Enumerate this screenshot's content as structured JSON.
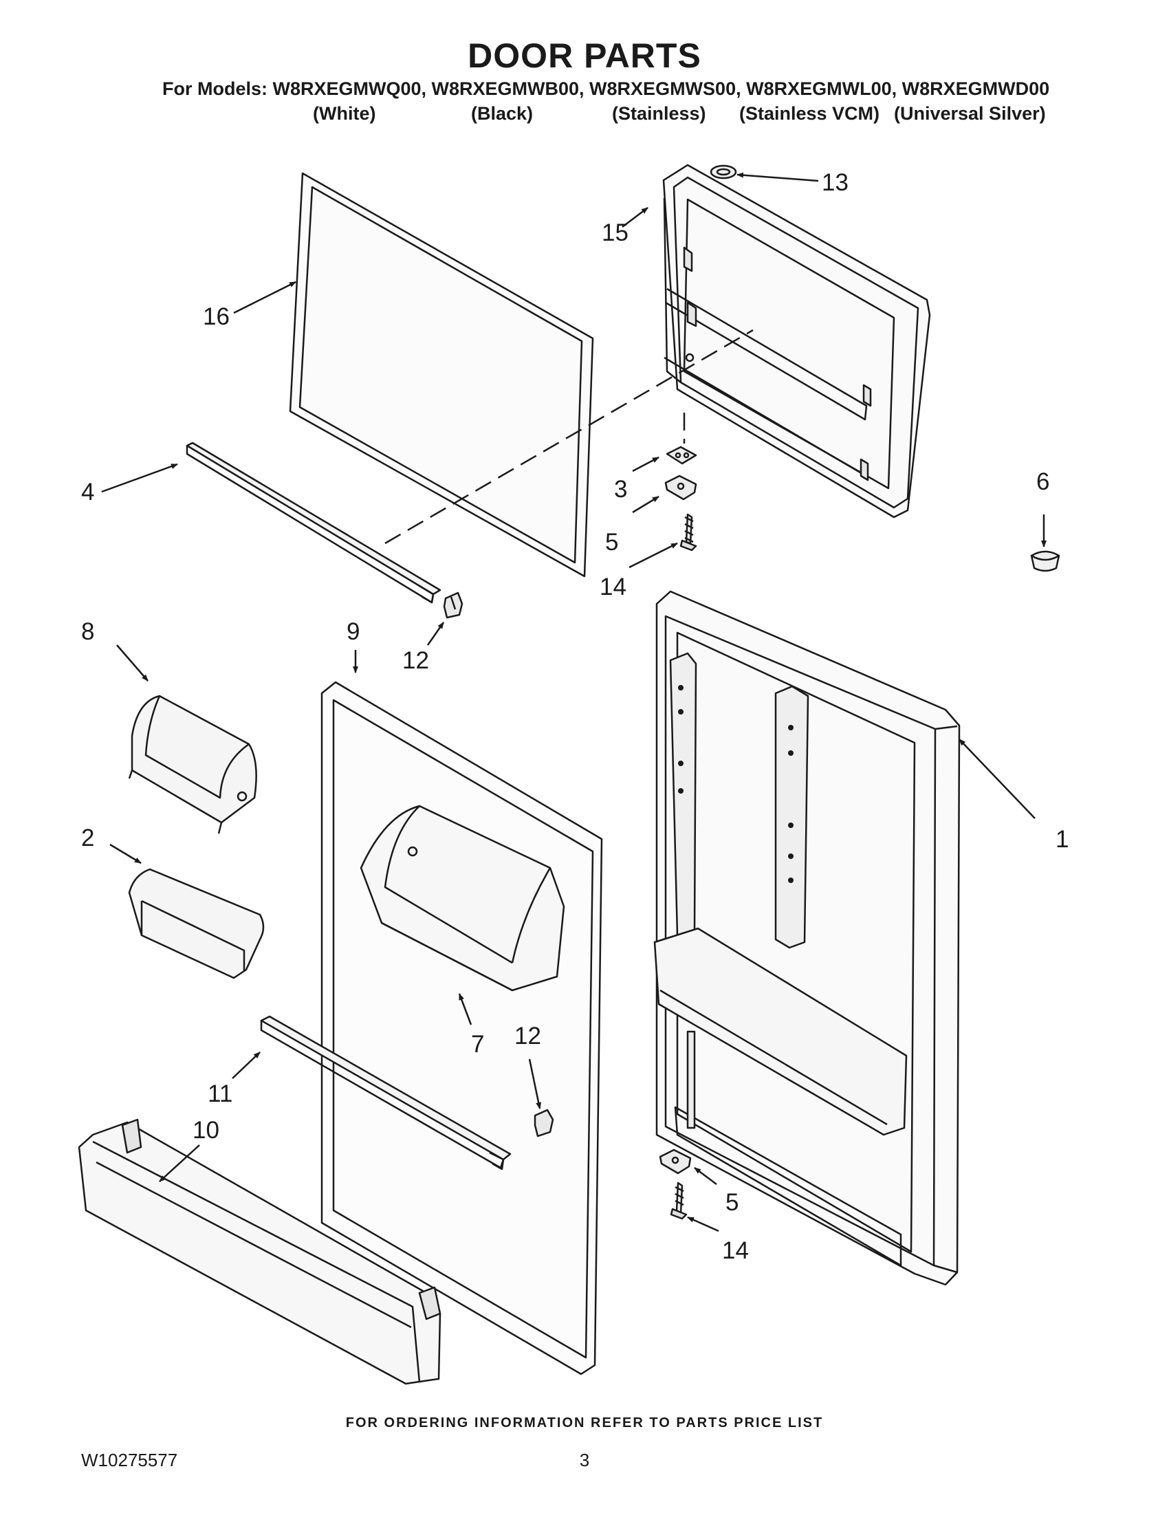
{
  "header": {
    "title": "DOOR PARTS",
    "models_line": "For Models: W8RXEGMWQ00, W8RXEGMWB00, W8RXEGMWS00, W8RXEGMWL00, W8RXEGMWD00",
    "colors": [
      "(White)",
      "(Black)",
      "(Stainless)",
      "(Stainless VCM)",
      "(Universal Silver)"
    ]
  },
  "callouts": {
    "c1": "1",
    "c2": "2",
    "c3": "3",
    "c4": "4",
    "c5a": "5",
    "c5b": "5",
    "c6": "6",
    "c7": "7",
    "c8": "8",
    "c9": "9",
    "c10": "10",
    "c11": "11",
    "c12a": "12",
    "c12b": "12",
    "c13": "13",
    "c14a": "14",
    "c14b": "14",
    "c15": "15",
    "c16": "16"
  },
  "footer": {
    "ordering_note": "FOR ORDERING INFORMATION REFER TO PARTS PRICE LIST",
    "document_number": "W10275577",
    "page_number": "3"
  }
}
